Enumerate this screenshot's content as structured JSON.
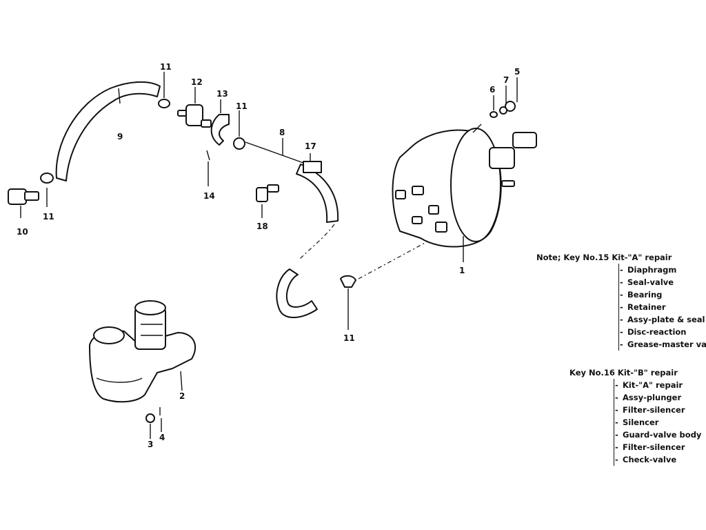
{
  "callouts": {
    "c1": "1",
    "c2": "2",
    "c3": "3",
    "c4": "4",
    "c5": "5",
    "c6": "6",
    "c7": "7",
    "c8": "8",
    "c9": "9",
    "c10": "10",
    "c11a": "11",
    "c11b": "11",
    "c11c": "11",
    "c11d": "11",
    "c12": "12",
    "c13": "13",
    "c14": "14",
    "c17": "17",
    "c18": "18"
  },
  "notes": {
    "note1": {
      "header": "Note;  Key  No.15  Kit-\"A\"  repair",
      "items": [
        "Diaphragm",
        "Seal-valve",
        "Bearing",
        "Retainer",
        "Assy-plate & seal",
        "Disc-reaction",
        "Grease-master vac"
      ]
    },
    "note2": {
      "header": "Key  No.16  Kit-\"B\"  repair",
      "items": [
        "Kit-\"A\" repair",
        "Assy-plunger",
        "Filter-silencer",
        "Silencer",
        "Guard-valve body",
        "Filter-silencer",
        "Check-valve"
      ]
    }
  }
}
